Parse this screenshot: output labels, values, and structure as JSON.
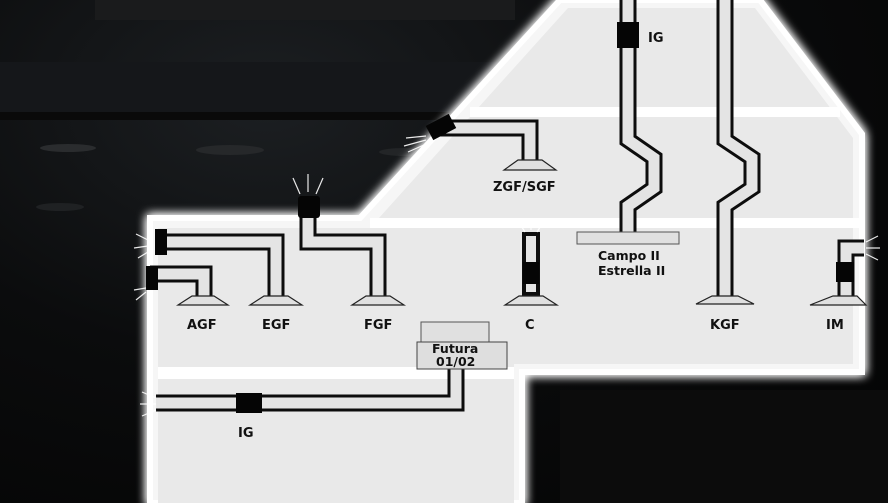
{
  "labels": {
    "ig_top": "IG",
    "zgf_sgf": "ZGF/SGF",
    "campo_line1": "Campo II",
    "campo_line2": "Estrella II",
    "agf": "AGF",
    "egf": "EGF",
    "fgf": "FGF",
    "c": "C",
    "kgf": "KGF",
    "im": "IM",
    "futura_line1": "Futura",
    "futura_line2": "01/02",
    "ig_bottom": "IG"
  },
  "colors": {
    "background": "#050505",
    "panel": "#e8e8e8",
    "duct_outline": "#0d0d0d",
    "duct_fill": "#e4e4e4",
    "glow": "#ffffff"
  },
  "icons": [
    "range-hood-icon",
    "fan-motor-icon",
    "air-vent-icon",
    "ceiling-panel-icon"
  ]
}
